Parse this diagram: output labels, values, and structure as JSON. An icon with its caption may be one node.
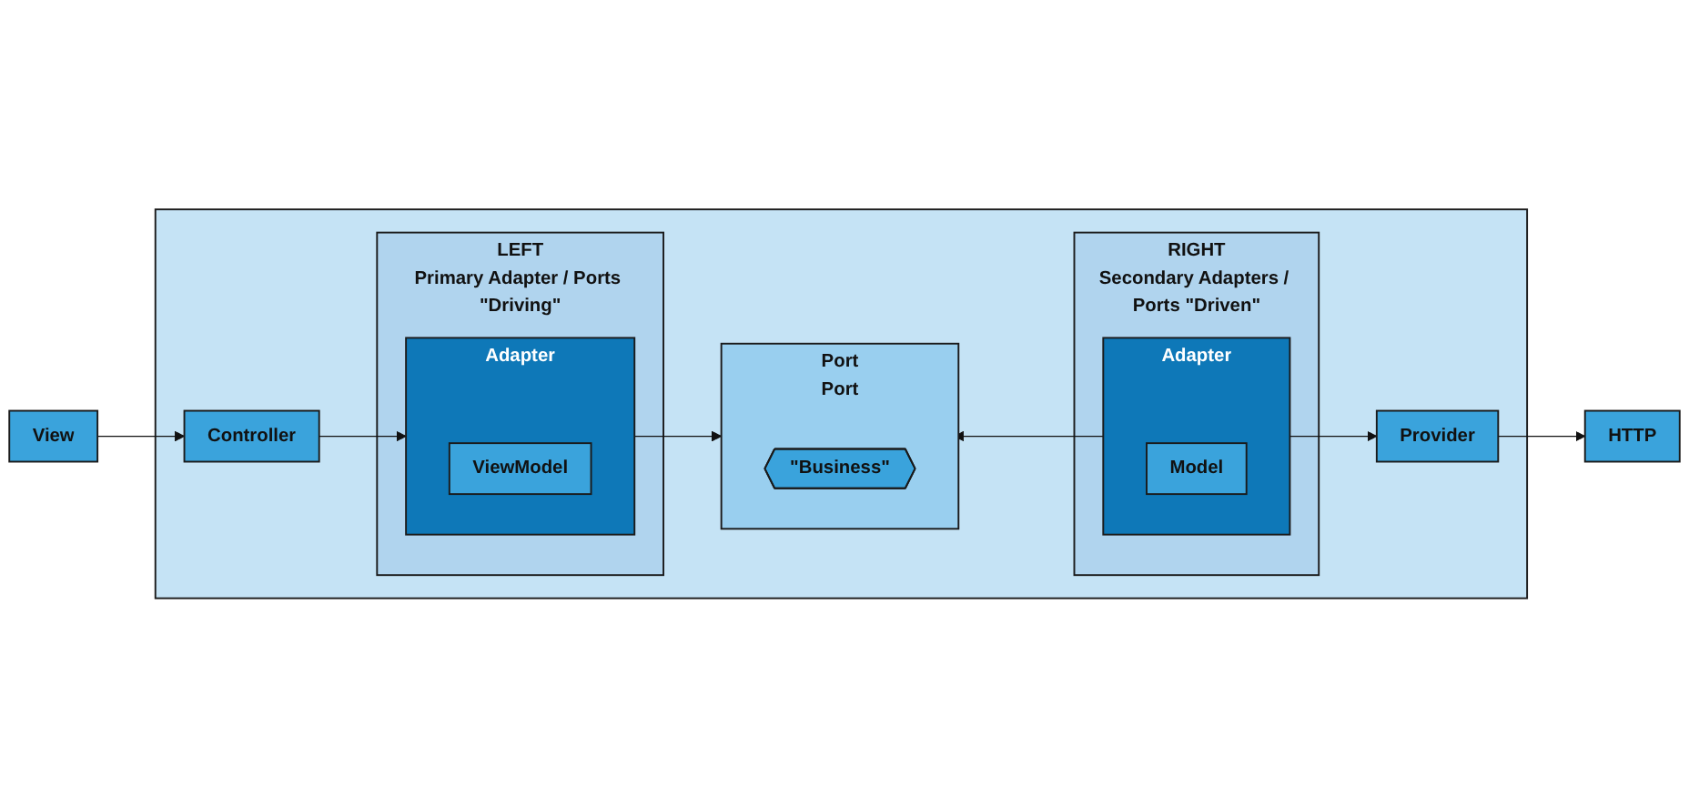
{
  "diagram": {
    "nodes": [
      {
        "text": [
          "View"
        ]
      },
      {
        "text": [],
        "shape": "box"
      },
      {
        "text": [
          "Controller"
        ],
        "in": 1
      },
      {
        "text": [
          "LEFT",
          "Primary Adapter / Ports \"Driving\""
        ],
        "in": 1
      },
      {
        "text": [
          "RIGHT",
          "Secondary Adapters / Ports \"Driven\""
        ],
        "in": 1
      },
      {
        "text": [
          "Adapter"
        ],
        "in": 3
      },
      {
        "text": [
          "ViewModel"
        ],
        "in": 5
      },
      {
        "text": [
          "Port",
          "Port"
        ],
        "in": 1
      },
      {
        "text": [
          "\"Business\""
        ],
        "in": 7
      },
      {
        "text": [
          "Adapter"
        ],
        "in": 4
      },
      {
        "text": [
          "Model"
        ],
        "in": 9
      },
      {
        "text": [
          "Provider"
        ],
        "in": 1
      },
      {
        "text": [
          "HTTP"
        ]
      }
    ],
    "edges": [
      {
        "from": 0,
        "to": 2,
        "arrow": "to"
      },
      {
        "from": 2,
        "to": 5,
        "arrow": "to"
      },
      {
        "from": 5,
        "to": 7,
        "arrow": "to"
      },
      {
        "from": 9,
        "to": 7,
        "arrow": "to"
      },
      {
        "from": 9,
        "to": 11,
        "arrow": "to"
      },
      {
        "from": 11,
        "to": 12,
        "arrow": "to"
      }
    ]
  }
}
